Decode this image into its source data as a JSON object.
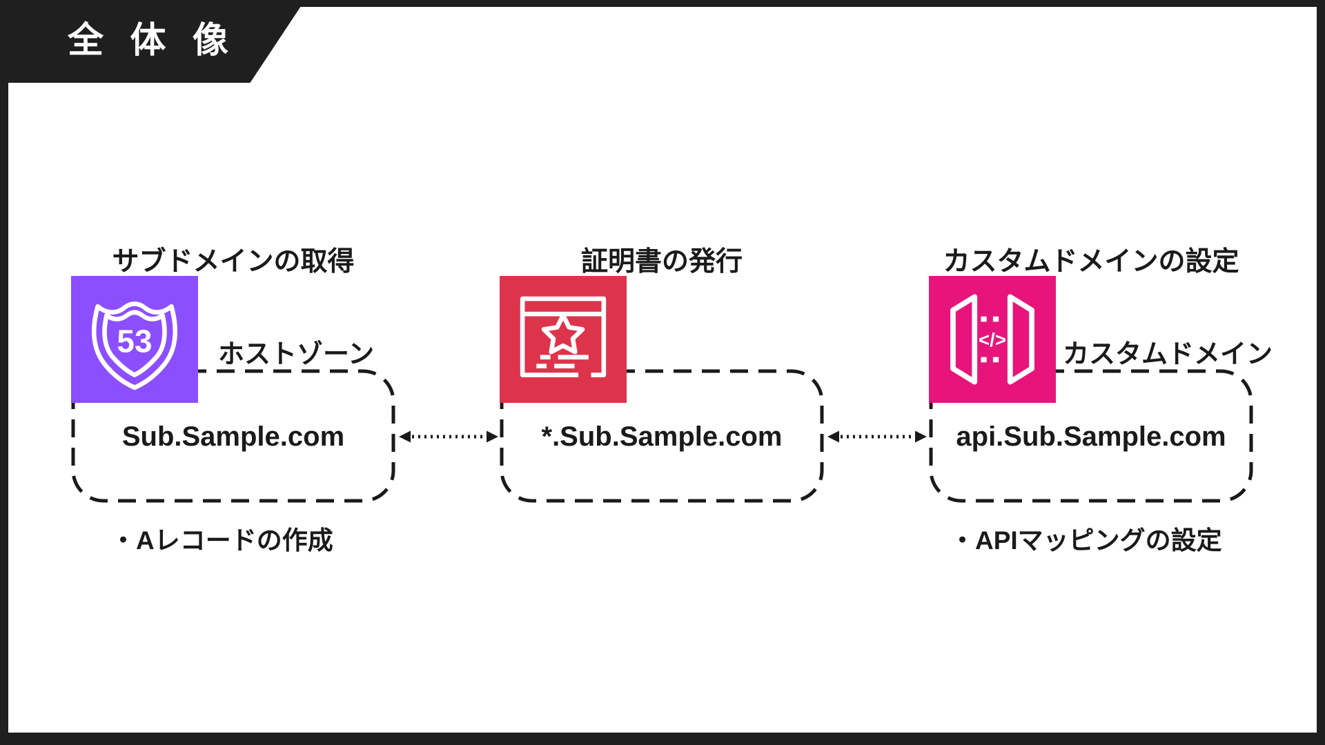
{
  "banner": {
    "title": "全 体 像"
  },
  "colors": {
    "frame": "#1F1F1F",
    "route53": "#8C4FFF",
    "certificate_manager": "#DD344C",
    "api_gateway": "#E7157B",
    "text": "#1A1A1A"
  },
  "steps": [
    {
      "heading": "サブドメインの取得",
      "service": "route53",
      "box_label": "ホストゾーン",
      "domain": "Sub.Sample.com",
      "note": "・Aレコードの作成"
    },
    {
      "heading": "証明書の発行",
      "service": "certificate-manager",
      "box_label": "",
      "domain": "*.Sub.Sample.com",
      "note": ""
    },
    {
      "heading": "カスタムドメインの設定",
      "service": "api-gateway",
      "box_label": "カスタムドメイン",
      "domain": "api.Sub.Sample.com",
      "note": "・APIマッピングの設定"
    }
  ],
  "icons": {
    "route53_glyph": "53",
    "api_gateway_glyph": "</>"
  },
  "connectors": [
    {
      "style": "dotted-double-arrow"
    },
    {
      "style": "dotted-double-arrow"
    }
  ]
}
